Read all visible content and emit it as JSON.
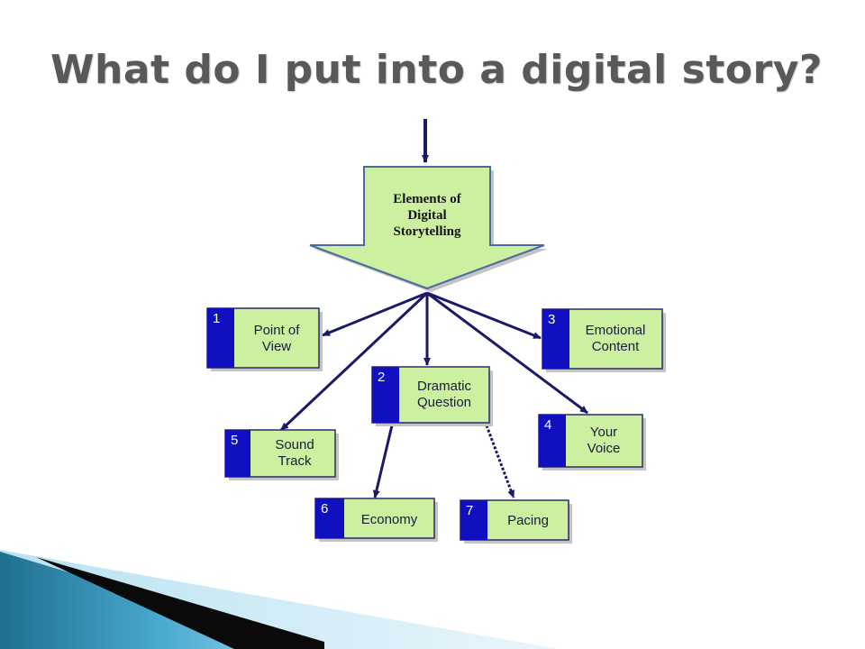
{
  "slide": {
    "title": "What do I put into a digital story?"
  },
  "diagram": {
    "source": {
      "lines": [
        "Elements of",
        "Digital",
        "Storytelling"
      ]
    },
    "elements": [
      {
        "number": "1",
        "lines": [
          "Point of",
          "View"
        ]
      },
      {
        "number": "2",
        "lines": [
          "Dramatic",
          "Question"
        ]
      },
      {
        "number": "3",
        "lines": [
          "Emotional",
          "Content"
        ]
      },
      {
        "number": "4",
        "lines": [
          "Your",
          "Voice"
        ]
      },
      {
        "number": "5",
        "lines": [
          "Sound",
          "Track"
        ]
      },
      {
        "number": "6",
        "lines": [
          "Economy"
        ]
      },
      {
        "number": "7",
        "lines": [
          "Pacing"
        ]
      }
    ]
  },
  "colors": {
    "box_fill": "#ccf0a0",
    "number_tab": "#1010c0",
    "arrow_line": "#1a1a66",
    "box_border": "#2a2a6a"
  }
}
